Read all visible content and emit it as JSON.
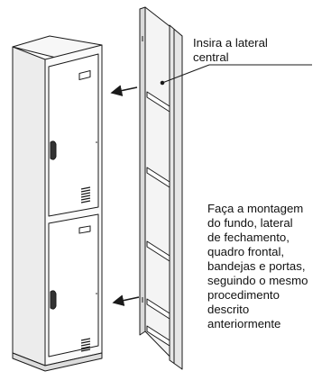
{
  "callouts": {
    "insert_lateral": {
      "lines": [
        "Insira a lateral",
        "central"
      ]
    },
    "assembly_note": {
      "lines": [
        "Faça a montagem",
        "do fundo, lateral",
        "de fechamento,",
        "quadro frontal,",
        "bandejas e portas,",
        "seguindo o mesmo",
        "procedimento",
        "descrito",
        "anteriormente"
      ]
    }
  },
  "colors": {
    "stroke": "#1a1a1a",
    "cabinet_side": "#ececec",
    "cabinet_door": "#ffffff",
    "panel_fill": "#f4f4f4",
    "text": "#111111"
  }
}
